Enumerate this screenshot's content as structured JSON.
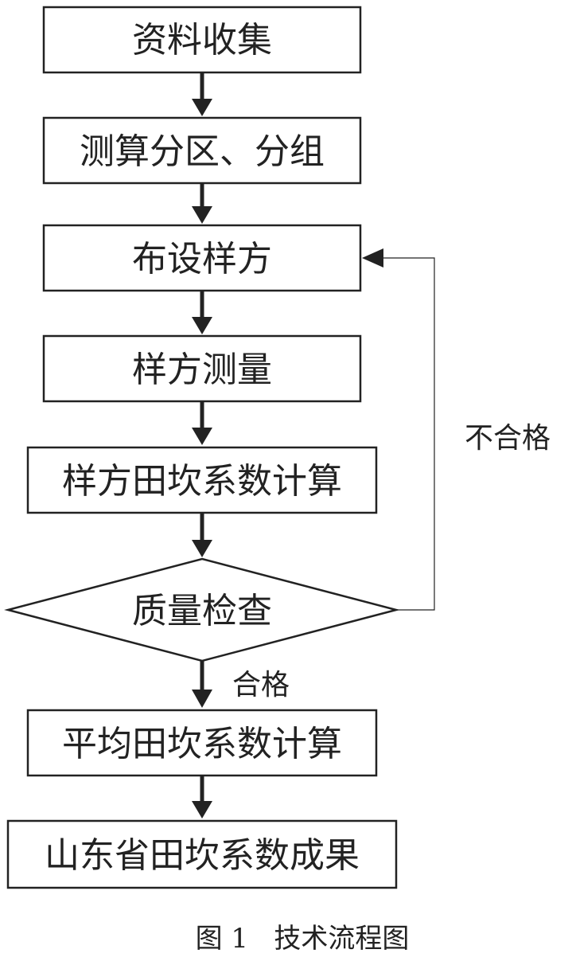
{
  "steps": [
    "资料收集",
    "测算分区、分组",
    "布设样方",
    "样方测量",
    "样方田坎系数计算",
    "质量检查",
    "平均田坎系数计算",
    "山东省田坎系数成果"
  ],
  "labels": {
    "fail": "不合格",
    "pass": "合格"
  },
  "caption": "图 1   技术流程图"
}
